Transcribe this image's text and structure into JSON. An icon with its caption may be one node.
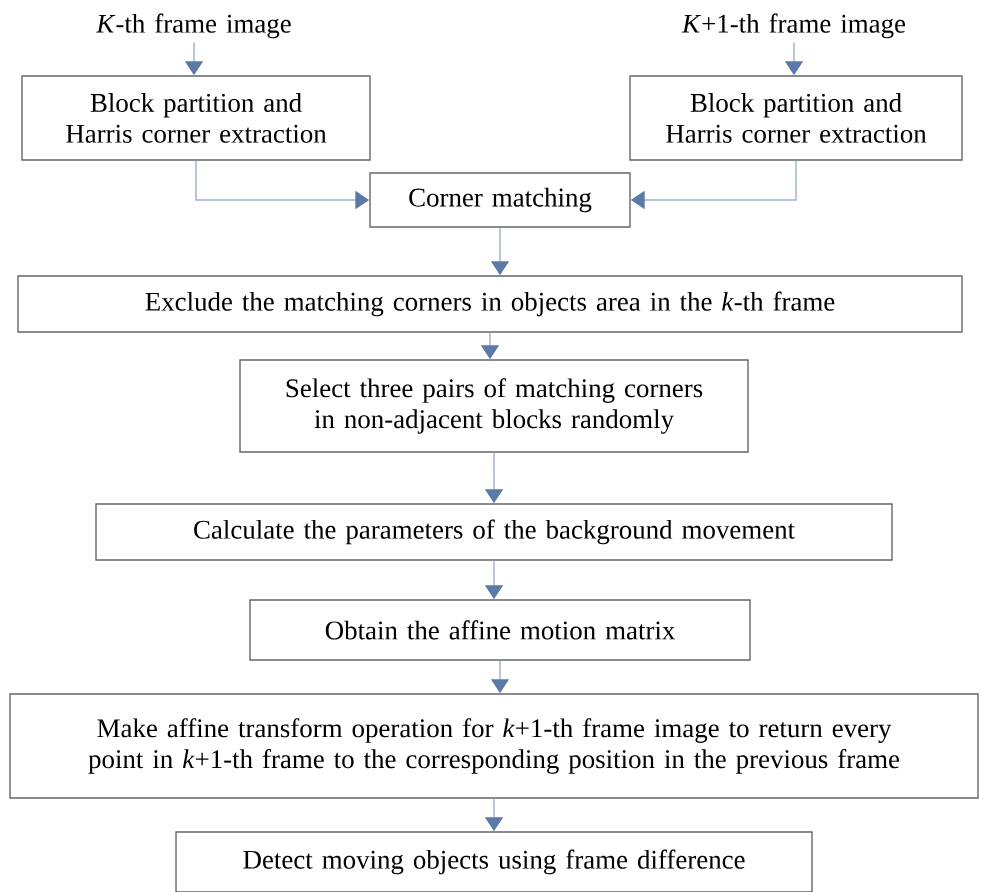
{
  "diagram": {
    "nodes": [
      {
        "text": [
          "*K*-th frame image"
        ]
      },
      {
        "text": [
          "*K*+1-th frame image"
        ]
      },
      {
        "text": [
          "Block partition and Harris corner extraction"
        ]
      },
      {
        "text": [
          "Block partition and Harris corner extraction"
        ]
      },
      {
        "text": [
          "Corner matching"
        ]
      },
      {
        "text": [
          "Exclude the matching corners in objects area in the *k*-th frame"
        ]
      },
      {
        "text": [
          "Select three pairs of matching corners in non-adjacent blocks randomly"
        ]
      },
      {
        "text": [
          "Calculate the parameters of the background movement"
        ]
      },
      {
        "text": [
          "Obtain the affine motion matrix"
        ]
      },
      {
        "text": [
          "Make affine transform operation for *k*+1-th frame image to return every point in *k*+1-th frame to the corresponding position in the previous frame"
        ]
      },
      {
        "text": [
          "Detect moving objects using frame difference"
        ]
      }
    ],
    "edges": [
      {
        "from": 0,
        "to": 2,
        "arrow": "to"
      },
      {
        "from": 1,
        "to": 3,
        "arrow": "to"
      },
      {
        "from": 2,
        "to": 4,
        "arrow": "to"
      },
      {
        "from": 3,
        "to": 4,
        "arrow": "to"
      },
      {
        "from": 4,
        "to": 5,
        "arrow": "to"
      },
      {
        "from": 5,
        "to": 6,
        "arrow": "to"
      },
      {
        "from": 6,
        "to": 7,
        "arrow": "to"
      },
      {
        "from": 7,
        "to": 8,
        "arrow": "to"
      },
      {
        "from": 8,
        "to": 9,
        "arrow": "to"
      },
      {
        "from": 9,
        "to": 10,
        "arrow": "to"
      }
    ]
  }
}
